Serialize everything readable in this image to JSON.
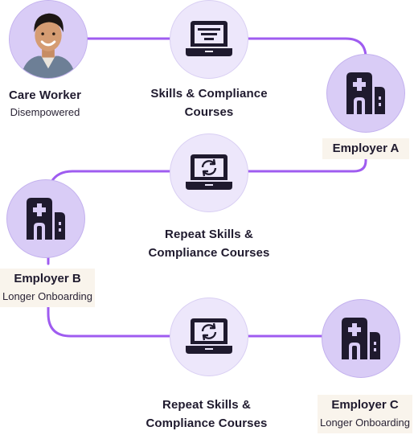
{
  "colors": {
    "connector": "#9f5cf0",
    "node_light": "#ede7fb",
    "node_mid": "#d9ccf6",
    "icon": "#1f1a2e",
    "tag_bg": "#f9f4ec"
  },
  "worker": {
    "title": "Care Worker",
    "subtitle": "Disempowered",
    "avatar_icon": "person-avatar"
  },
  "steps": [
    {
      "icon": "laptop-course-icon",
      "line1": "Skills & Compliance",
      "line2": "Courses"
    },
    {
      "icon": "laptop-sync-icon",
      "line1": "Repeat Skills &",
      "line2": "Compliance Courses"
    },
    {
      "icon": "laptop-sync-icon",
      "line1": "Repeat Skills &",
      "line2": "Compliance Courses"
    }
  ],
  "employers": [
    {
      "icon": "hospital-building-icon",
      "title": "Employer A",
      "subtitle": ""
    },
    {
      "icon": "hospital-building-icon",
      "title": "Employer B",
      "subtitle": "Longer Onboarding"
    },
    {
      "icon": "hospital-building-icon",
      "title": "Employer C",
      "subtitle": "Longer Onboarding"
    }
  ]
}
